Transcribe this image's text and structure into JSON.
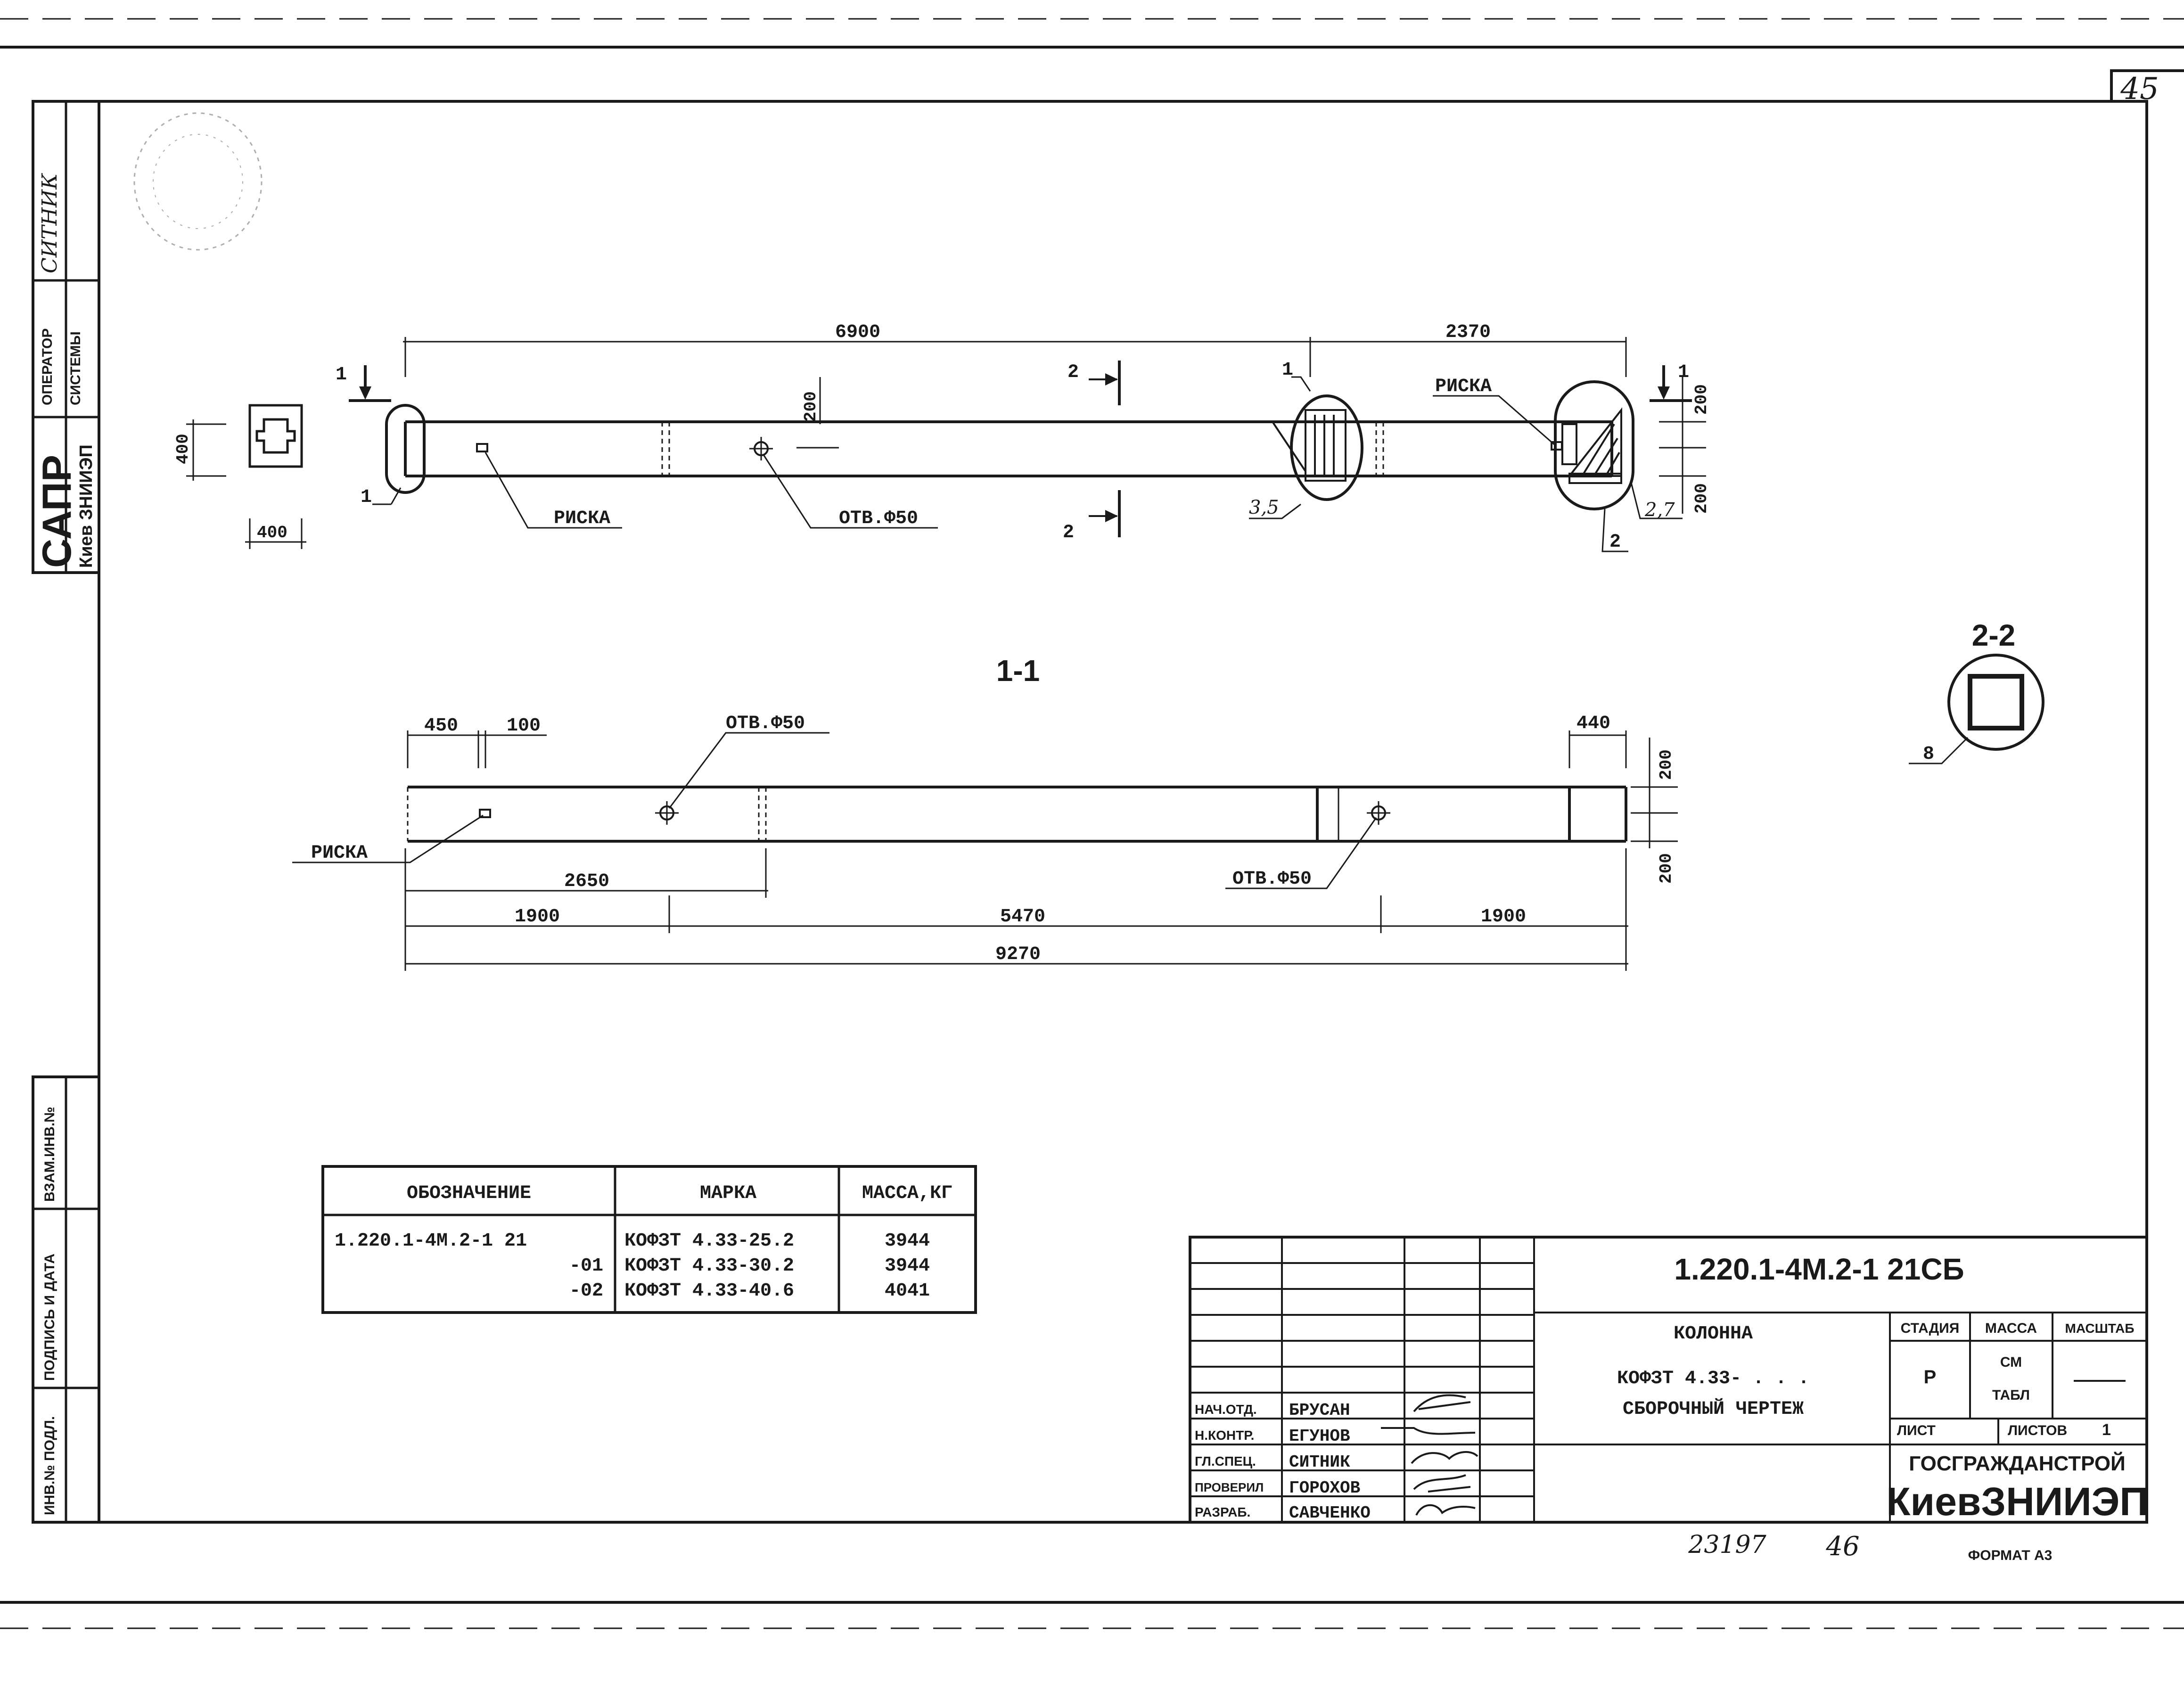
{
  "sheet_number": "45",
  "side_stamp": {
    "sitnik": "СИТНИК",
    "operator": "ОПЕРАТОР",
    "systems": "СИСТЕМЫ",
    "sapr": "САПР",
    "kiev": "Киев ЗНИИЭП",
    "vzam": "ВЗАМ.ИНВ.№",
    "podpis": "ПОДПИСЬ И ДАТА",
    "inv": "ИНВ.№ ПОДЛ."
  },
  "plan_view": {
    "dim_6900": "6900",
    "dim_2370": "2370",
    "dim_200_a": "200",
    "dim_200_b": "200",
    "dim_200_c": "200",
    "dim_400_h": "400",
    "dim_400_w": "400",
    "section_1_left": "1",
    "section_1_right": "1",
    "section_2_top": "2",
    "section_2_bottom": "2",
    "callout_1_left": "1",
    "callout_1_mid": "1",
    "callout_2": "2",
    "callout_35": "3,5",
    "callout_27": "2,7",
    "riska_1": "РИСКА",
    "riska_2": "РИСКА",
    "otv": "ОТВ.Ф50"
  },
  "section_1_1": {
    "title": "1-1",
    "dim_450": "450",
    "dim_100": "100",
    "dim_440": "440",
    "dim_200_a": "200",
    "dim_200_b": "200",
    "dim_2650": "2650",
    "dim_1900_a": "1900",
    "dim_5470": "5470",
    "dim_1900_b": "1900",
    "dim_9270": "9270",
    "otv_top": "ОТВ.Ф50",
    "otv_bottom": "ОТВ.Ф50",
    "riska": "РИСКА"
  },
  "section_2_2": {
    "title": "2-2",
    "callout": "8"
  },
  "spec_table": {
    "headers": [
      "ОБОЗНАЧЕНИЕ",
      "МАРКА",
      "МАССА,КГ"
    ],
    "rows": [
      {
        "designation": "1.220.1-4М.2-1 21",
        "mark": "КОФЗТ 4.33-25.2",
        "mass": "3944"
      },
      {
        "designation": "-01",
        "mark": "КОФЗТ 4.33-30.2",
        "mass": "3944"
      },
      {
        "designation": "-02",
        "mark": "КОФЗТ 4.33-40.6",
        "mass": "4041"
      }
    ]
  },
  "title_block": {
    "code": "1.220.1-4М.2-1 21СБ",
    "name_line1": "КОЛОННА",
    "name_line2": "КОФЗТ 4.33- . . .",
    "name_line3": "СБОРОЧНЫЙ ЧЕРТЕЖ",
    "stage_label": "СТАДИЯ",
    "mass_label": "МАССА",
    "scale_label": "МАСШТАБ",
    "stage_value": "Р",
    "mass_value_1": "СМ",
    "mass_value_2": "ТАБЛ",
    "sheet_label": "ЛИСТ",
    "sheets_label": "ЛИСТОВ",
    "sheets_value": "1",
    "org_1": "ГОСГРАЖДАНСТРОЙ",
    "org_2": "КиевЗНИИЭП",
    "signers": [
      {
        "role": "НАЧ.ОТД.",
        "name": "БРУСАН"
      },
      {
        "role": "Н.КОНТР.",
        "name": "ЕГУНОВ"
      },
      {
        "role": "ГЛ.СПЕЦ.",
        "name": "СИТНИК"
      },
      {
        "role": "ПРОВЕРИЛ",
        "name": "ГОРОХОВ"
      },
      {
        "role": "РАЗРАБ.",
        "name": "САВЧЕНКО"
      }
    ]
  },
  "bottom": {
    "inventory": "23197",
    "page": "46",
    "format": "ФОРМАТ А3"
  }
}
